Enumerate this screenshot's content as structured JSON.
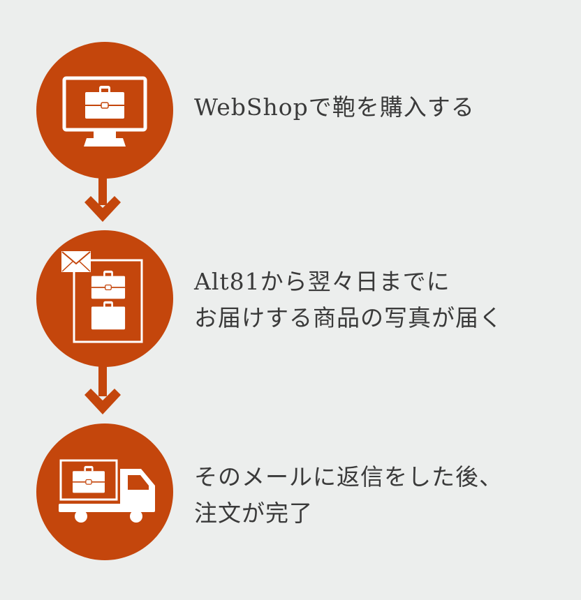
{
  "colors": {
    "accent": "#c4460c",
    "background": "#eceeed",
    "icon": "#ffffff",
    "text": "#3a3a3a"
  },
  "steps": [
    {
      "icon": "monitor-briefcase-icon",
      "lines": [
        "WebShopで鞄を購入する"
      ]
    },
    {
      "icon": "mail-document-briefcases-icon",
      "lines": [
        "Alt81から翌々日までに",
        "お届けする商品の写真が届く"
      ]
    },
    {
      "icon": "truck-briefcase-icon",
      "lines": [
        "そのメールに返信をした後、",
        "注文が完了"
      ]
    }
  ]
}
